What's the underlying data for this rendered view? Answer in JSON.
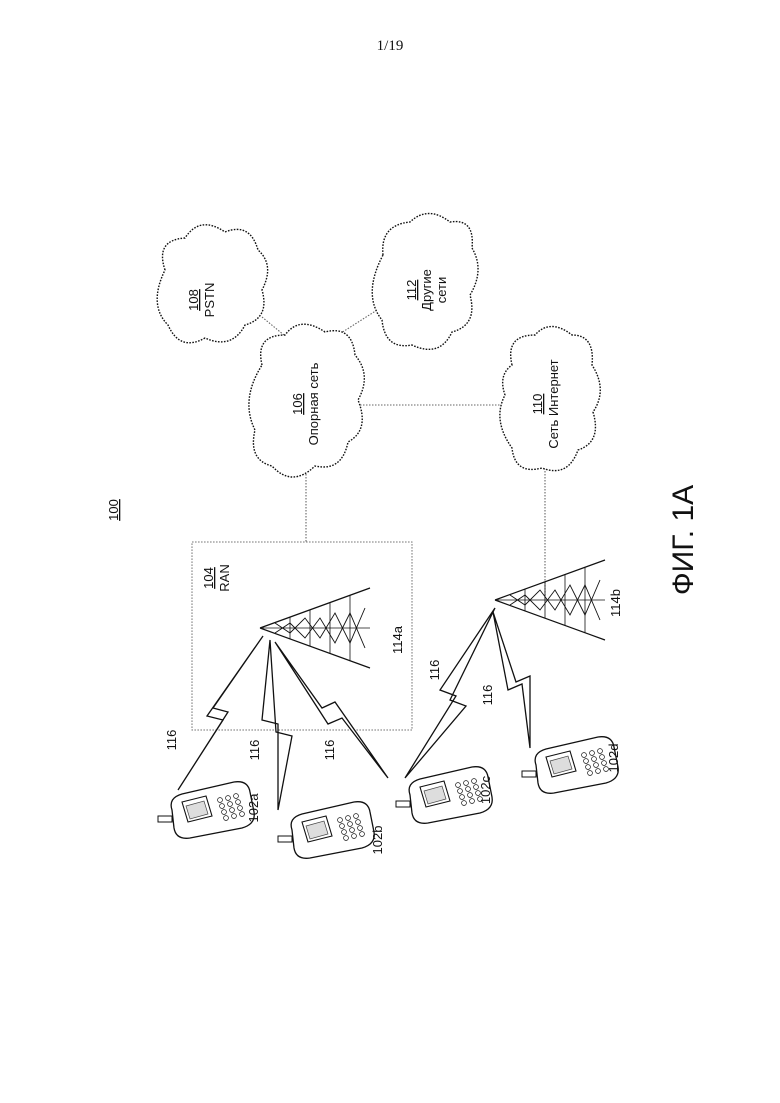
{
  "header": {
    "page_number": "1/19"
  },
  "figure": {
    "ref": "100",
    "caption": "ФИГ. 1A"
  },
  "nodes": {
    "pstn": {
      "num": "108",
      "label": "PSTN"
    },
    "other": {
      "num": "112",
      "label1": "Другие",
      "label2": "сети"
    },
    "core": {
      "num": "106",
      "label": "Опорная сеть"
    },
    "internet": {
      "num": "110",
      "label": "Сеть Интернет"
    },
    "ran": {
      "num": "104",
      "label": "RAN"
    },
    "tower_a": {
      "label": "114a"
    },
    "tower_b": {
      "label": "114b"
    }
  },
  "links": {
    "l1": "116",
    "l2": "116",
    "l3": "116",
    "l4": "116",
    "l5": "116"
  },
  "devices": {
    "a": "102a",
    "b": "102b",
    "c": "102c",
    "d": "102d"
  }
}
